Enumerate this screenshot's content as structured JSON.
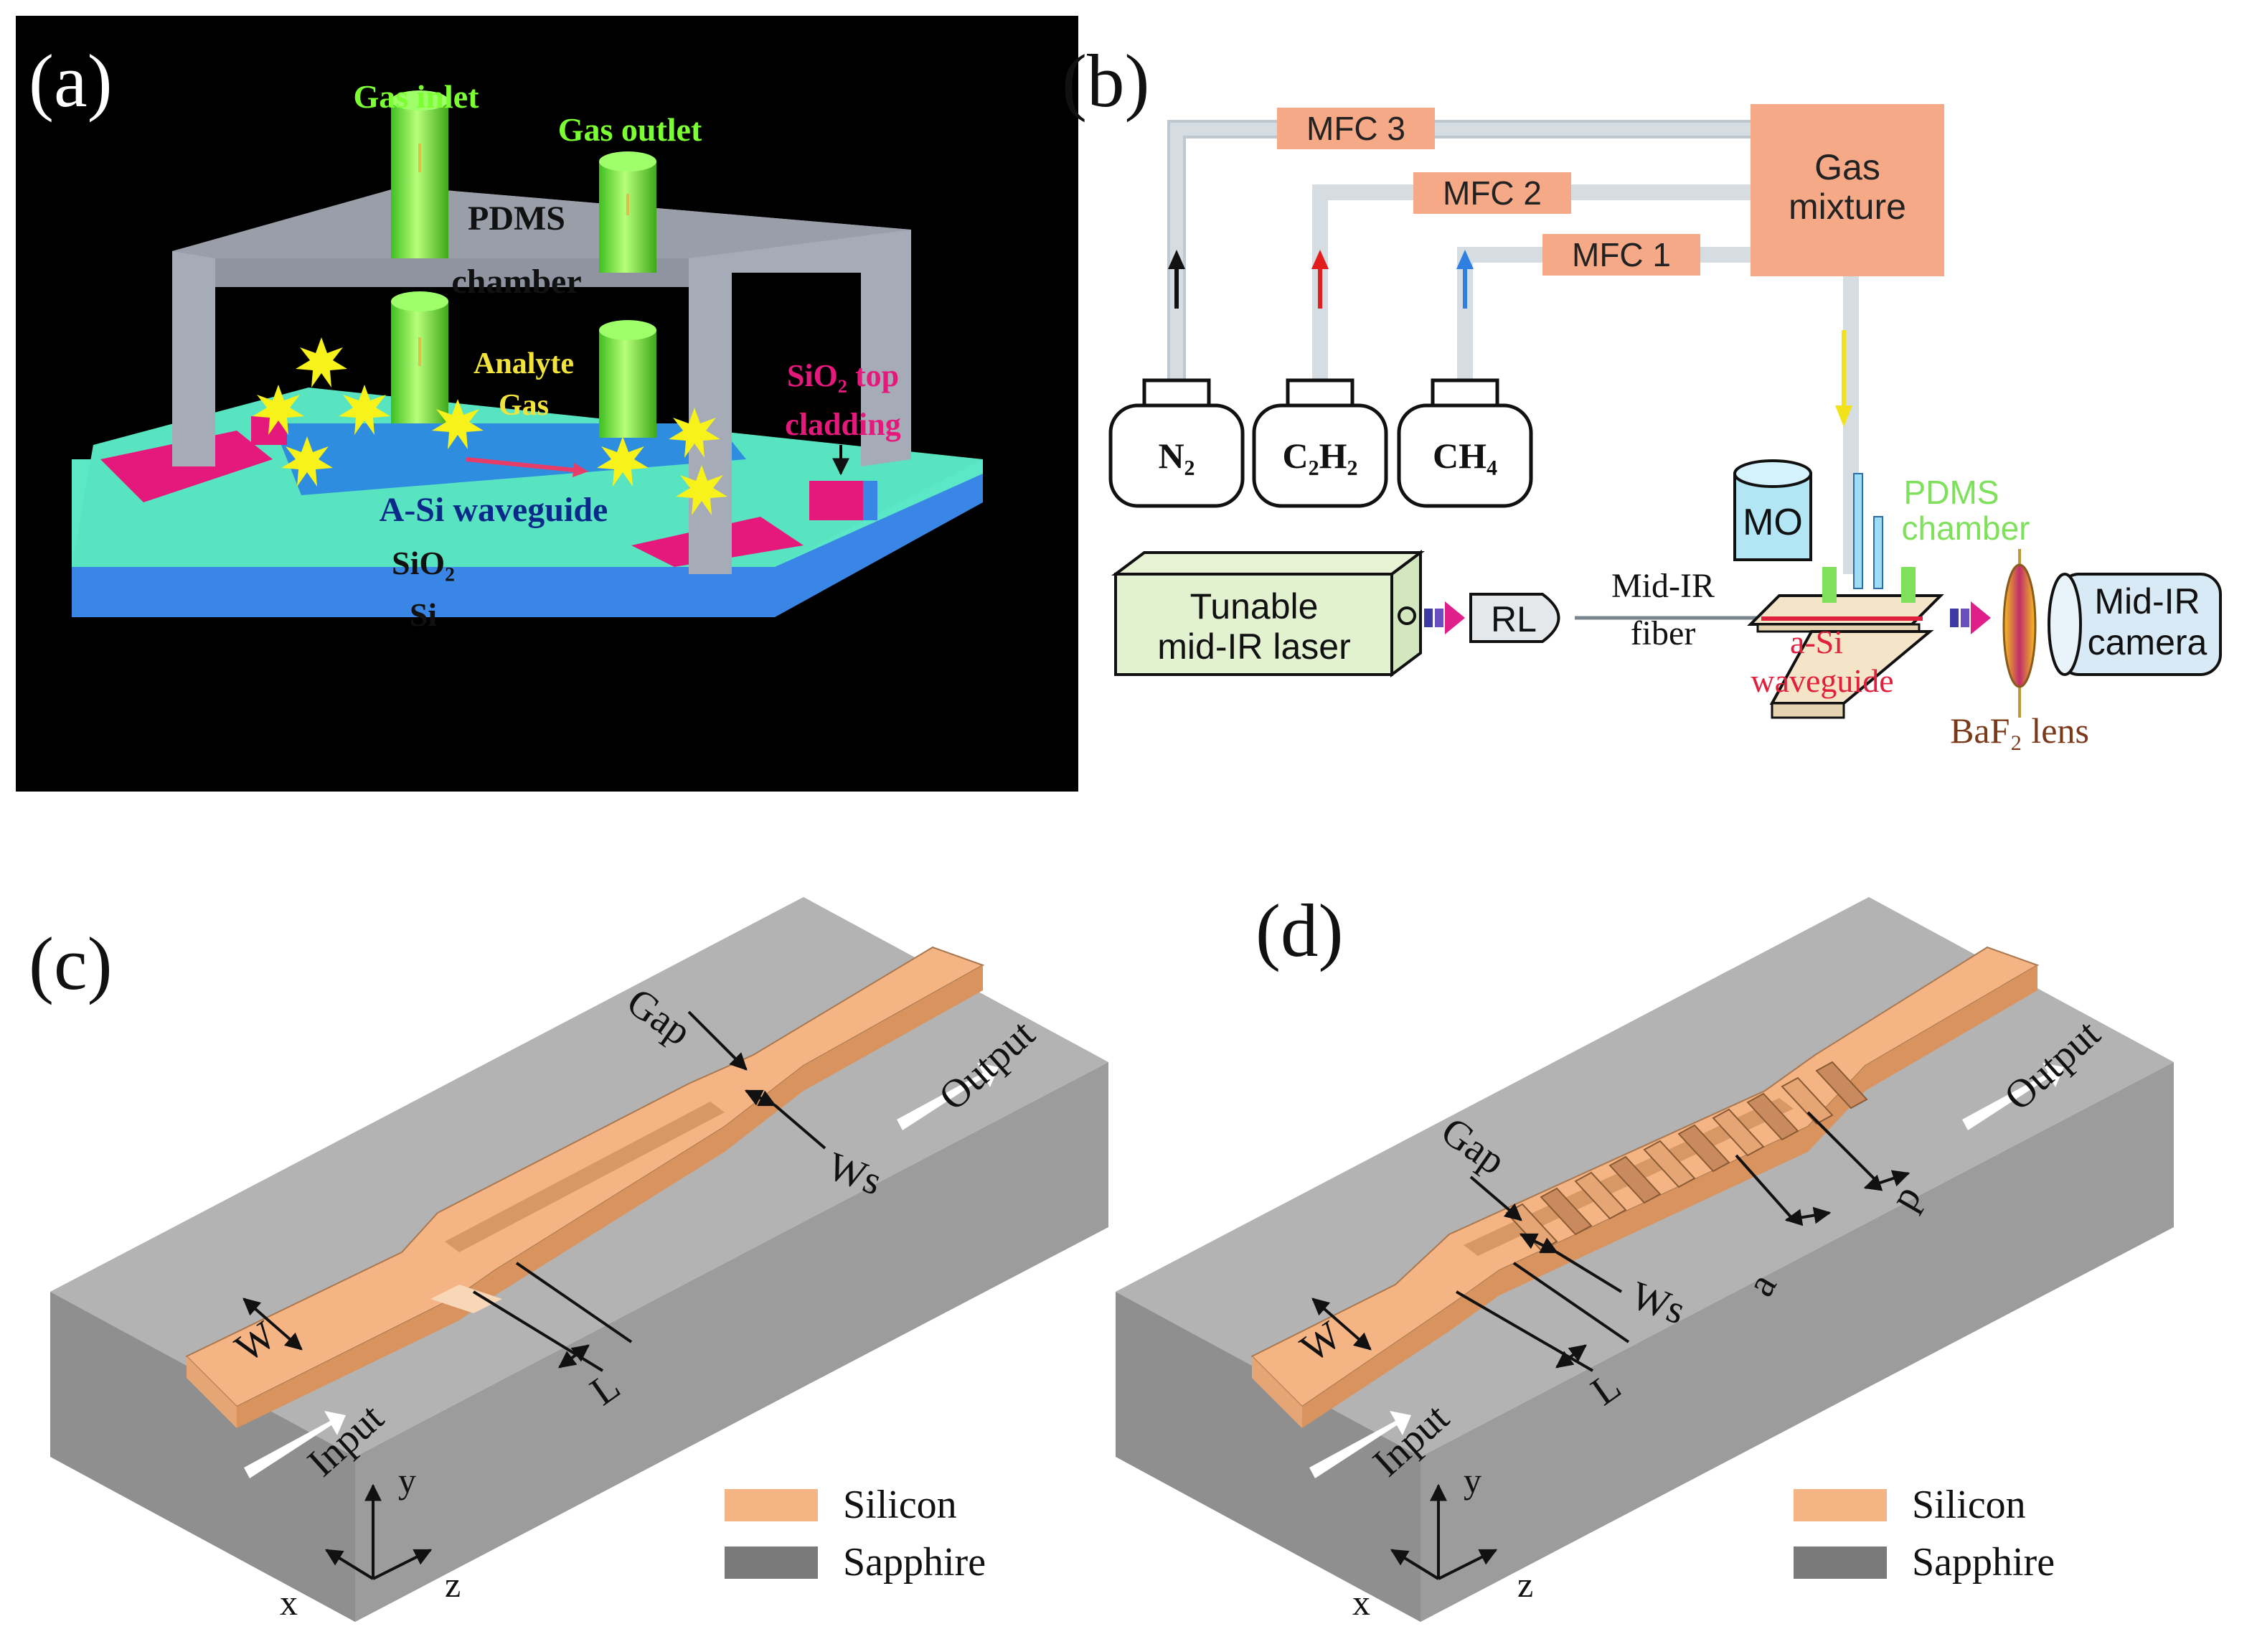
{
  "panel_a": {
    "label": "(a)",
    "gas_inlet": "Gas inlet",
    "gas_outlet": "Gas outlet",
    "pdms": "PDMS",
    "chamber": "chamber",
    "analyte": "Analyte",
    "gas": "Gas",
    "sio2_top": "SiO₂ top",
    "cladding": "cladding",
    "waveguide": "A-Si waveguide",
    "sio2": "SiO₂",
    "si": "Si"
  },
  "panel_b": {
    "label": "(b)",
    "mfc3": "MFC 3",
    "mfc2": "MFC 2",
    "mfc1": "MFC 1",
    "gas_mixture_1": "Gas",
    "gas_mixture_2": "mixture",
    "n2": "N₂",
    "c2h2": "C₂H₂",
    "ch4": "CH₄",
    "mo": "MO",
    "pdms_1": "PDMS",
    "pdms_2": "chamber",
    "laser_1": "Tunable",
    "laser_2": "mid-IR laser",
    "rl": "RL",
    "fiber_1": "Mid-IR",
    "fiber_2": "fiber",
    "wg_1": "a-Si",
    "wg_2": "waveguide",
    "camera_1": "Mid-IR",
    "camera_2": "camera",
    "lens": "BaF₂ lens",
    "colors": {
      "mfc": "#f6a987",
      "pipe": "#d5dde3",
      "arrow_black": "#111111",
      "arrow_red": "#e11d1d",
      "arrow_blue": "#2f7fe0",
      "arrow_yellow": "#f2e21a"
    }
  },
  "panel_c": {
    "label": "(c)",
    "gap": "Gap",
    "ws": "Ws",
    "w": "W",
    "l": "L",
    "input": "Input",
    "output": "Output",
    "axis_x": "x",
    "axis_y": "y",
    "axis_z": "z",
    "legend_silicon": "Silicon",
    "legend_sapphire": "Sapphire"
  },
  "panel_d": {
    "label": "(d)",
    "gap": "Gap",
    "ws": "Ws",
    "w": "W",
    "l": "L",
    "a": "a",
    "p": "p",
    "input": "Input",
    "output": "Output",
    "axis_x": "x",
    "axis_y": "y",
    "axis_z": "z",
    "legend_silicon": "Silicon",
    "legend_sapphire": "Sapphire"
  }
}
